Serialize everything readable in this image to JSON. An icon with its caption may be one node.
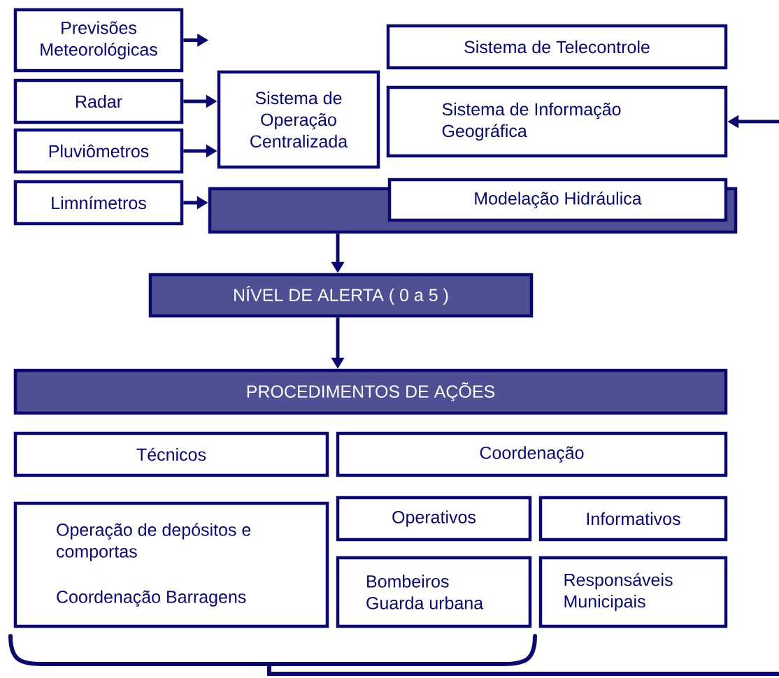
{
  "diagram": {
    "nodes": [
      {
        "text": [
          "Previsões Meteorológicas"
        ]
      },
      {
        "text": [
          "Radar"
        ]
      },
      {
        "text": [
          "Pluviômetros"
        ]
      },
      {
        "text": [
          "Limnímetros"
        ]
      },
      {
        "text": [
          "Sistema de Operação Centralizada"
        ]
      },
      {
        "text": [
          "Sistema de Telecontrole"
        ]
      },
      {
        "text": [
          "Sistema de Informação Geográfica"
        ]
      },
      {
        "text": [],
        "shape": "bar"
      },
      {
        "text": [
          "Modelação Hidráulica"
        ]
      },
      {
        "text": [
          "NÍVEL DE ALERTA ( 0 a 5 )"
        ]
      },
      {
        "text": [
          "PROCEDIMENTOS DE AÇÕES"
        ]
      },
      {
        "text": [
          "Técnicos"
        ]
      },
      {
        "text": [
          "Coordenação"
        ]
      },
      {
        "text": [
          "Operação de depósitos e comportas",
          "Coordenação Barragens"
        ]
      },
      {
        "text": [
          "Operativos"
        ]
      },
      {
        "text": [
          "Informativos"
        ]
      },
      {
        "text": [
          "Bombeiros Guarda urbana"
        ]
      },
      {
        "text": [
          "Responsáveis Municipais"
        ]
      }
    ],
    "edges": [
      {
        "from": 0,
        "to": null,
        "arrow": "to"
      },
      {
        "from": 1,
        "to": 4,
        "arrow": "to"
      },
      {
        "from": 2,
        "to": 4,
        "arrow": "to"
      },
      {
        "from": 3,
        "to": 7,
        "arrow": "to"
      },
      {
        "from": 7,
        "to": 9,
        "arrow": "to"
      },
      {
        "from": 9,
        "to": 10,
        "arrow": "to"
      },
      {
        "from": null,
        "to": 6,
        "arrow": "to"
      }
    ]
  }
}
